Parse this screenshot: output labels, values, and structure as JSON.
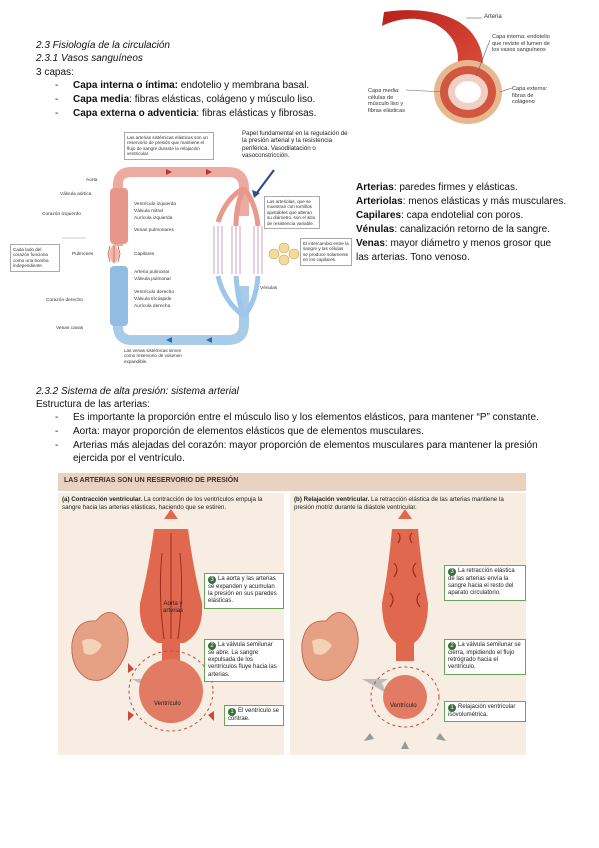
{
  "section": {
    "heading1": "2.3   Fisiología de la circulación",
    "heading2": "2.3.1 Vasos sanguíneos",
    "intro": "3 capas:",
    "layers": [
      {
        "term": "Capa interna o íntima:",
        "desc": " endotelio y membrana basal."
      },
      {
        "term": "Capa media",
        "desc": ": fibras elásticas, colágeno y músculo liso."
      },
      {
        "term": "Capa externa o adventicia",
        "desc": ": fibras elásticas y fibrosas."
      }
    ]
  },
  "artery_figure": {
    "labels": {
      "arteria": "Arteria",
      "interna": "Capa interna: endotelio que reviste el lumen de los vasos sanguíneos",
      "media": "Capa media: células de músculo liso y fibras elásticas",
      "externa": "Capa externa: fibras de colágeno"
    }
  },
  "circulation_figure": {
    "top_note": "Las arterias sistémicas elásticas son un reservorio de presión que mantiene el flujo de sangre durante la relajación ventricular.",
    "callout_title": "Papel fundamental en la regulación de la presión arterial y la resistencia periférica. Vasodilatación o vasoconstricción.",
    "arterioles_note": "Las arteriolas, que se muestran con tornillos ajustables que alteran su diámetro, son el sitio de resistencia variable.",
    "exchange_note": "El intercambio entre la sangre y las células se produce solamente en los capilares.",
    "veins_note": "Las venas sistémicas sirven como reservorio de volumen expandible.",
    "side_note": "Cada lado del corazón funciona como una bomba independiente.",
    "left_labels": [
      "Aorta",
      "Válvula aórtica",
      "Corazón izquierdo",
      "Pulmones",
      "Corazón derecho",
      "Venas cavas"
    ],
    "inner_labels": [
      "Ventrículo izquierdo",
      "Válvula mitral",
      "Aurícula izquierda",
      "Venas pulmonares",
      "Capilares",
      "Arteria pulmonar",
      "Válvula pulmonar",
      "Ventrículo derecho",
      "Válvula tricúspide",
      "Aurícula derecha"
    ],
    "venules_label": "Vénulas"
  },
  "vessel_types": [
    {
      "term": "Arterias",
      "desc": ": paredes firmes y elásticas."
    },
    {
      "term": "Arteriolas",
      "desc": ": menos elásticas y más musculares."
    },
    {
      "term": "Capilares",
      "desc": ": capa endotelial con poros."
    },
    {
      "term": "Vénulas",
      "desc": ": canalización retorno de la sangre."
    },
    {
      "term": "Venas",
      "desc": ": mayor diámetro y menos grosor que"
    },
    {
      "term": "",
      "desc": "las arterias. Tono venoso."
    }
  ],
  "section2": {
    "heading": "2.3.2 Sistema de alta presión: sistema arterial",
    "intro": "Estructura de las arterias:",
    "items": [
      "Es importante la proporción entre el músculo liso y los elementos elásticos, para mantener “P” constante.",
      "Aorta: mayor proporción de elementos elásticos que de elementos musculares.",
      "Arterias más alejadas del corazón: mayor proporción de elementos musculares para mantener la presión",
      "ejercida por el ventrículo."
    ]
  },
  "reservoir_figure": {
    "banner": "LAS ARTERIAS SON UN RESERVORIO DE PRESIÓN",
    "panel_a": {
      "title": "(a) Contracción ventricular.",
      "text": " La contracción de los ventrículos empuja la sangre hacia las arterias elásticas, haciendo que se estiren.",
      "aorta_label": "Aorta y arterias",
      "ventricle_label": "Ventrículo",
      "callouts": [
        {
          "n": "1",
          "text": "El ventrículo se contrae."
        },
        {
          "n": "2",
          "text": "La válvula semilunar se abre. La sangre expulsada de los ventrículos fluye hacia las arterias."
        },
        {
          "n": "3",
          "text": "La aorta y las arterias se expanden y acumulan la presión en sus paredes elásticas."
        }
      ]
    },
    "panel_b": {
      "title": "(b) Relajación ventricular.",
      "text": " La retracción elástica de las arterias mantiene la presión motriz durante la diástole ventricular.",
      "ventricle_label": "Ventrículo",
      "callouts": [
        {
          "n": "1",
          "text": "Relajación ventricular isovolumétrica."
        },
        {
          "n": "2",
          "text": "La válvula semilunar se cierra, impidiendo el flujo retrógrado hacia el ventrículo."
        },
        {
          "n": "3",
          "text": "La retracción elástica de las arterias envía la sangre hacia el resto del aparato circulatorio."
        }
      ]
    }
  },
  "colors": {
    "artery_red": "#d9483b",
    "vein_blue": "#5a9fd4",
    "callout_green": "#6aa35a",
    "banner_bg": "#e9d3c0"
  }
}
